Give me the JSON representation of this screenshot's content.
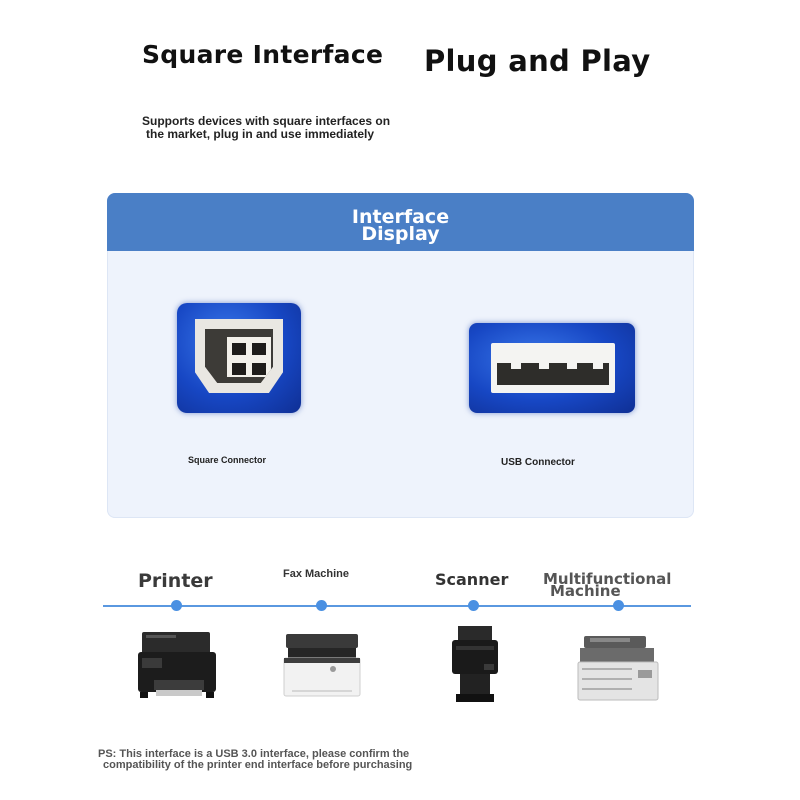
{
  "header": {
    "title_left": "Square Interface",
    "title_right": "Plug and Play",
    "subtitle_line1": "Supports devices with square interfaces on",
    "subtitle_line2": "the market, plug in and use immediately"
  },
  "panel": {
    "title_line1": "Interface",
    "title_line2": "Display",
    "square_connector_label": "Square Connector",
    "usb_connector_label": "USB Connector"
  },
  "devices": {
    "printer": "Printer",
    "fax": "Fax Machine",
    "scanner": "Scanner",
    "multi_line1": "Multifunctional",
    "multi_line2": "Machine"
  },
  "note": {
    "line1": "PS: This interface is a USB 3.0 interface, please confirm the",
    "line2": "compatibility of the printer end interface before purchasing"
  },
  "colors": {
    "panel_header": "#4a7fc6",
    "panel_bg": "#eef3fc",
    "connector_blue": "#1747c4",
    "timeline": "#5a98e0"
  },
  "icons": [
    "square-usb-b-connector-icon",
    "usb-a-connector-icon",
    "printer-icon",
    "fax-machine-icon",
    "scanner-icon",
    "multifunction-printer-icon"
  ]
}
